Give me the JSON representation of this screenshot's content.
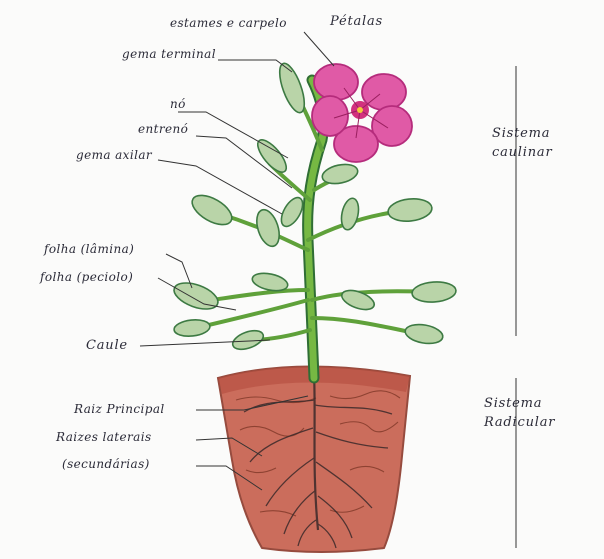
{
  "labels": {
    "estames_e_carpelo": "estames e carpelo",
    "petalas": "Pétalas",
    "gema_terminal": "gema terminal",
    "no": "nó",
    "entreno": "entrenó",
    "gema_axilar": "gema axilar",
    "folha_lamina": "folha (lâmina)",
    "folha_peciolo": "folha (peciolo)",
    "caule": "Caule",
    "raiz_principal": "Raiz Principal",
    "raizes_laterais": "Raizes laterais",
    "secundarias": "(secundárias)"
  },
  "systems": {
    "caulinar_line1": "Sistema",
    "caulinar_line2": "caulinar",
    "radicular_line1": "Sistema",
    "radicular_line2": "Radicular"
  },
  "colors": {
    "pot": "#c7624f",
    "pot_dark": "#8e3d2f",
    "stem": "#76b843",
    "stem_dark": "#2f6e34",
    "leaf": "#b9d4a8",
    "leaf_edge": "#3d7a43",
    "petal": "#e05aa6",
    "petal_dark": "#b52c7c",
    "ink": "#2b2b38"
  }
}
